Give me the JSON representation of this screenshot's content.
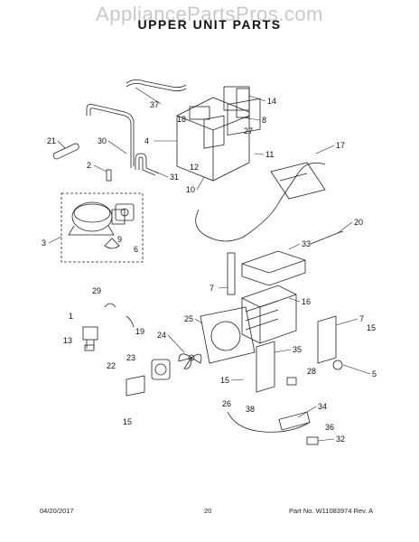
{
  "watermark": "AppliancePartsPros.com",
  "title": "UPPER UNIT PARTS",
  "footer": {
    "date": "04/20/2017",
    "page_number": "20",
    "part_info": "Part No. W11083974  Rev. A"
  },
  "callouts": [
    "1",
    "2",
    "3",
    "4",
    "5",
    "6",
    "7",
    "7",
    "8",
    "9",
    "10",
    "11",
    "12",
    "13",
    "14",
    "15",
    "15",
    "15",
    "16",
    "17",
    "18",
    "19",
    "20",
    "21",
    "22",
    "23",
    "24",
    "25",
    "26",
    "27",
    "28",
    "29",
    "30",
    "31",
    "32",
    "33",
    "34",
    "35",
    "36",
    "37",
    "38"
  ]
}
